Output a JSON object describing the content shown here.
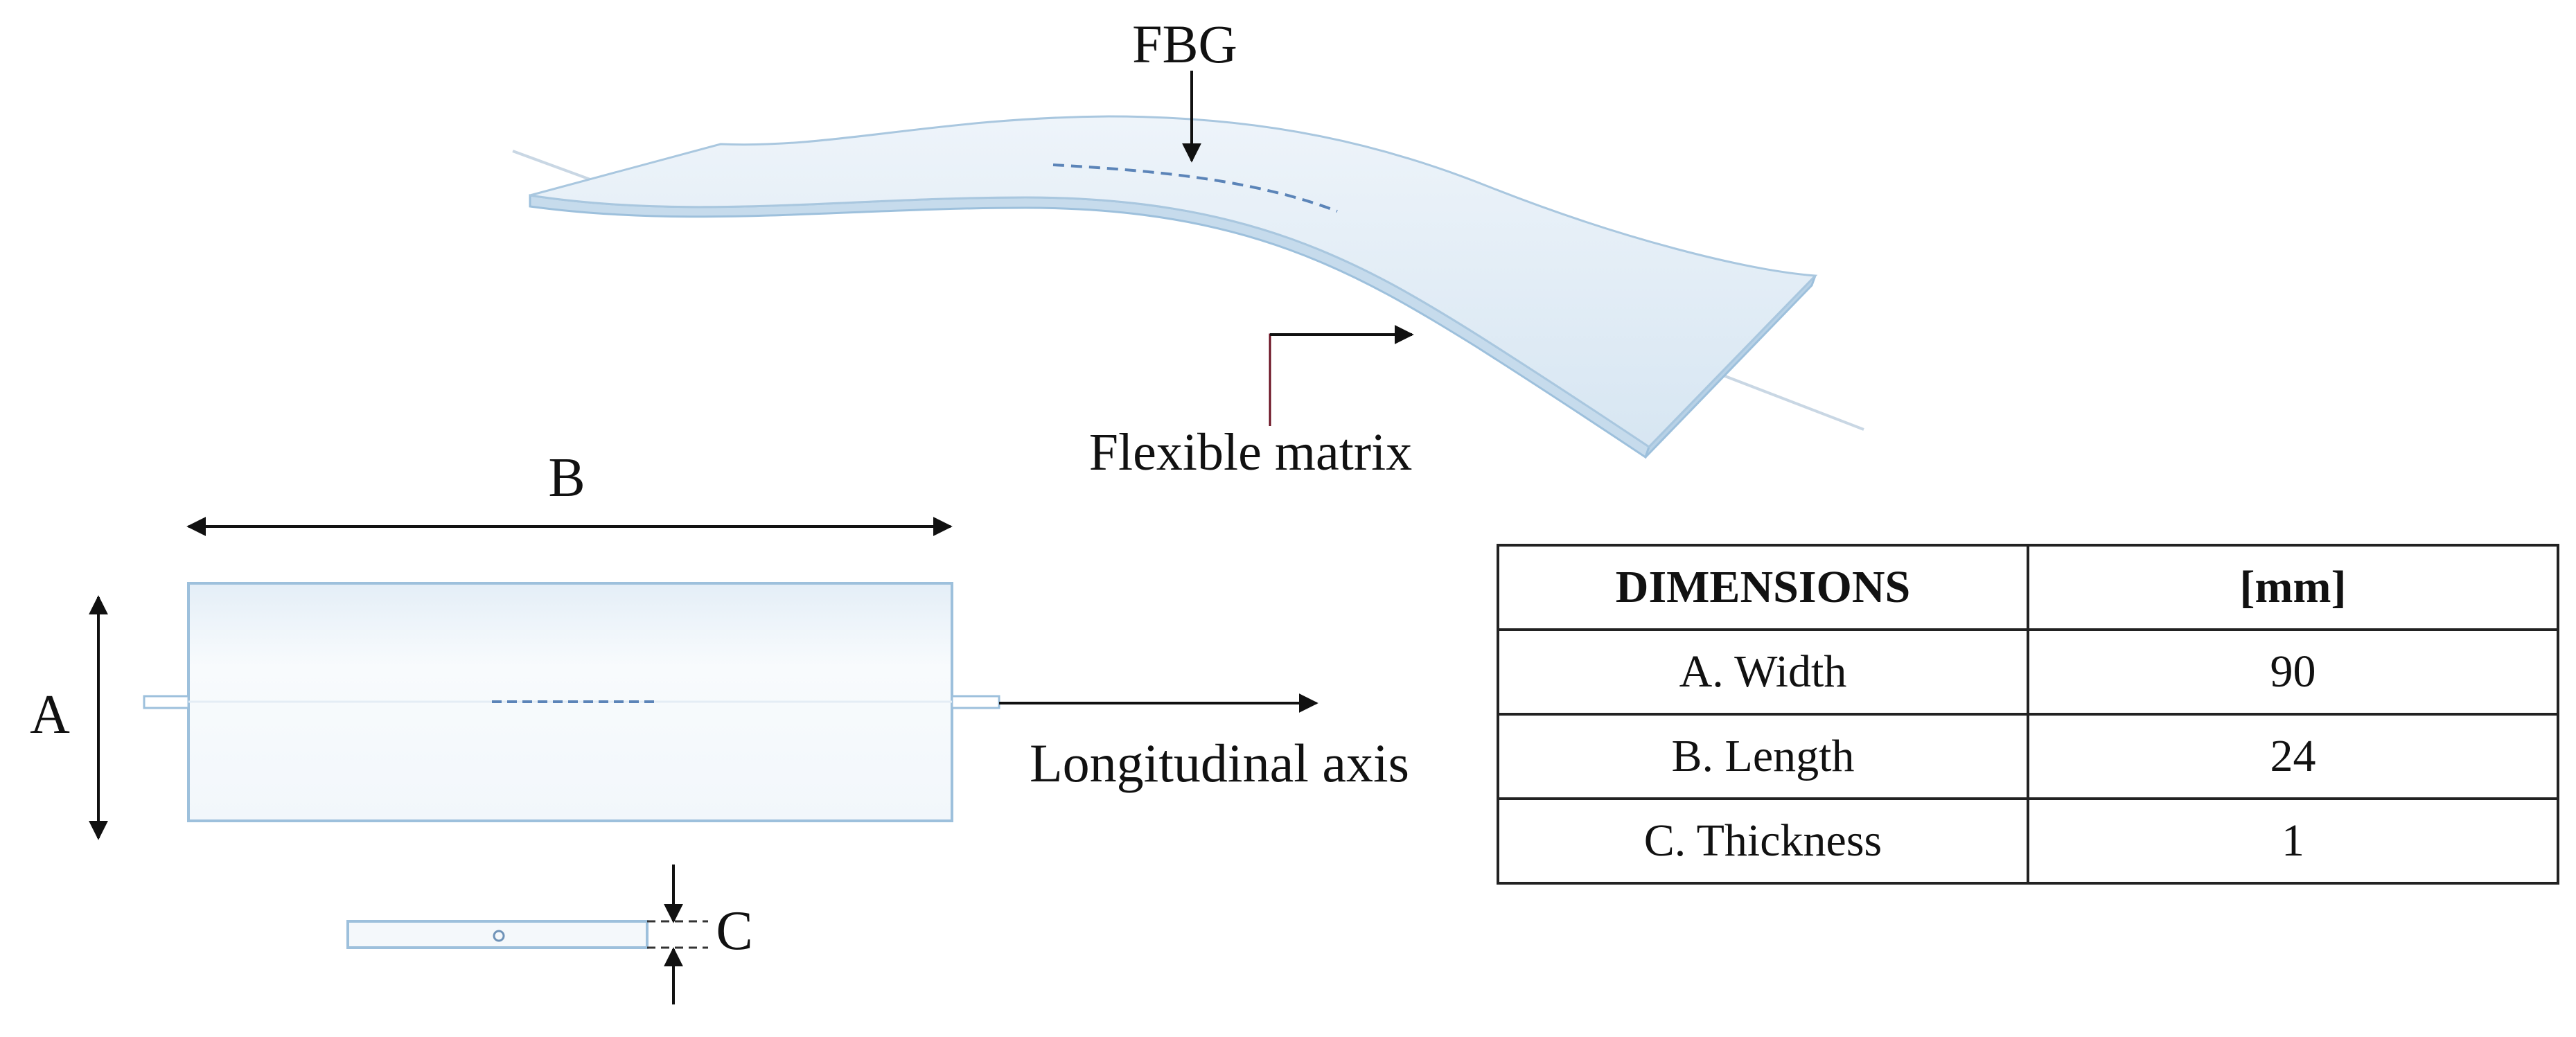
{
  "labels": {
    "fbg": "FBG",
    "flexible_matrix": "Flexible matrix",
    "dim_a": "A",
    "dim_b": "B",
    "dim_c": "C",
    "longitudinal_axis": "Longitudinal axis"
  },
  "table": {
    "headers": [
      "DIMENSIONS",
      "[mm]"
    ],
    "rows": [
      {
        "dimension": "A. Width",
        "value": "90"
      },
      {
        "dimension": "B. Length",
        "value": "24"
      },
      {
        "dimension": "C. Thickness",
        "value": "1"
      }
    ]
  },
  "colors": {
    "matrix_fill": "#dde9f3",
    "matrix_edge": "#9dc0dc",
    "fbg_dash": "#5b84b8",
    "line": "#111111"
  }
}
